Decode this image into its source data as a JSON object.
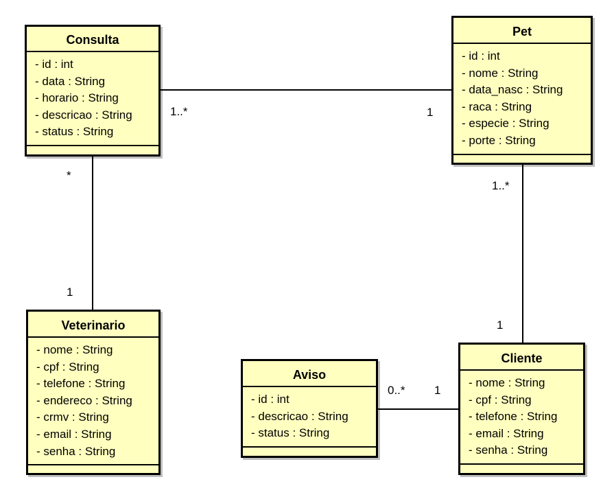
{
  "classes": {
    "consulta": {
      "name": "Consulta",
      "attributes": [
        "- id : int",
        "- data : String",
        "- horario : String",
        "- descricao : String",
        "- status : String"
      ]
    },
    "pet": {
      "name": "Pet",
      "attributes": [
        "- id : int",
        "- nome : String",
        "- data_nasc : String",
        "- raca : String",
        "- especie : String",
        "- porte : String"
      ]
    },
    "veterinario": {
      "name": "Veterinario",
      "attributes": [
        "- nome : String",
        "- cpf : String",
        "- telefone : String",
        "- endereco : String",
        "- crmv : String",
        "- email : String",
        "- senha : String"
      ]
    },
    "aviso": {
      "name": "Aviso",
      "attributes": [
        "- id : int",
        "- descricao : String",
        "- status : String"
      ]
    },
    "cliente": {
      "name": "Cliente",
      "attributes": [
        "- nome : String",
        "- cpf : String",
        "- telefone : String",
        "- email : String",
        "- senha : String"
      ]
    }
  },
  "associations": {
    "consulta_pet": {
      "from": "Consulta",
      "to": "Pet",
      "from_mult": "1..*",
      "to_mult": "1"
    },
    "consulta_veterinario": {
      "from": "Consulta",
      "to": "Veterinario",
      "from_mult": "*",
      "to_mult": "1"
    },
    "pet_cliente": {
      "from": "Pet",
      "to": "Cliente",
      "from_mult": "1..*",
      "to_mult": "1"
    },
    "aviso_cliente": {
      "from": "Aviso",
      "to": "Cliente",
      "from_mult": "0..*",
      "to_mult": "1"
    }
  },
  "colors": {
    "class_fill": "#ffffc0",
    "stroke": "#000000"
  }
}
